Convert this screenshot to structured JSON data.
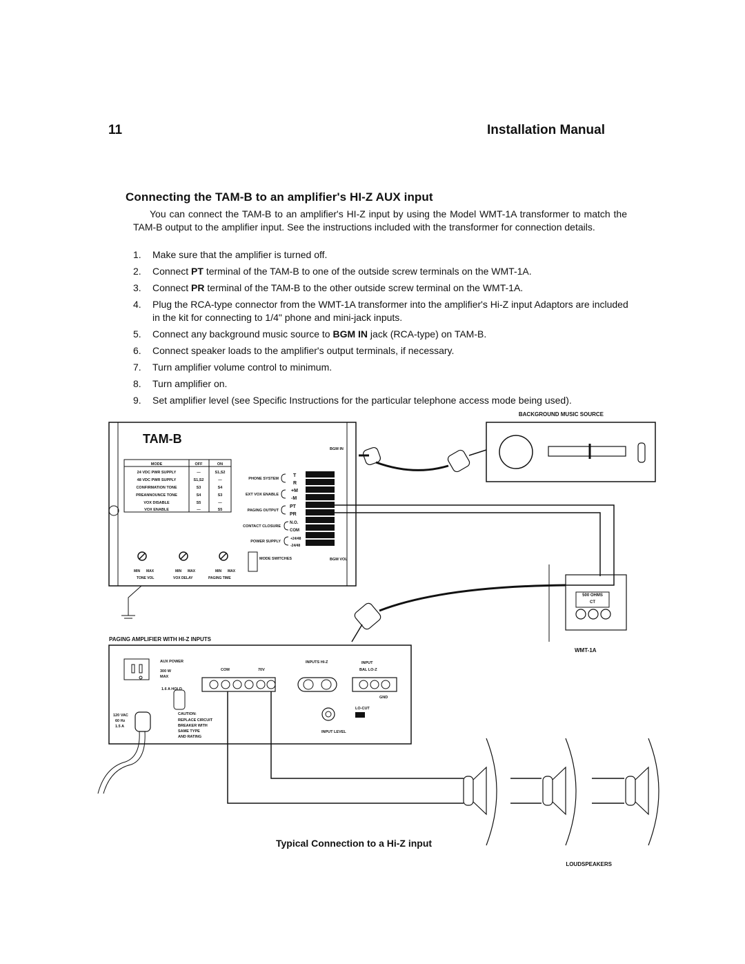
{
  "header": {
    "page_number": "11",
    "manual_title": "Installation Manual"
  },
  "section": {
    "title": "Connecting the TAM-B to an amplifier's HI-Z AUX input",
    "intro": "You can connect the TAM-B to an amplifier's HI-Z input by using the Model WMT-1A transformer to match the TAM-B output to the amplifier input. See the instructions included with the transformer for connection details."
  },
  "steps": [
    {
      "num": "1.",
      "pre": "Make sure that the amplifier is turned off.",
      "bold": "",
      "post": ""
    },
    {
      "num": "2.",
      "pre": "Connect ",
      "bold": "PT",
      "post": " terminal of the TAM-B to one of the outside screw terminals on the WMT-1A."
    },
    {
      "num": "3.",
      "pre": "Connect ",
      "bold": "PR",
      "post": " terminal of the TAM-B to the other outside screw terminal on the WMT-1A."
    },
    {
      "num": "4.",
      "pre": "Plug the RCA-type connector from the WMT-1A transformer into the amplifier's Hi-Z input Adaptors are included in the kit for connecting to 1/4\" phone and mini-jack inputs.",
      "bold": "",
      "post": ""
    },
    {
      "num": "5.",
      "pre": "Connect any background music source to ",
      "bold": "BGM IN",
      "post": " jack (RCA-type) on TAM-B."
    },
    {
      "num": "6.",
      "pre": "Connect speaker loads to the amplifier's output terminals, if necessary.",
      "bold": "",
      "post": ""
    },
    {
      "num": "7.",
      "pre": "Turn amplifier volume control to minimum.",
      "bold": "",
      "post": ""
    },
    {
      "num": "8.",
      "pre": "Turn amplifier on.",
      "bold": "",
      "post": ""
    },
    {
      "num": "9.",
      "pre": "Set amplifier level (see Specific Instructions for the particular telephone access mode being used).",
      "bold": "",
      "post": ""
    }
  ],
  "diagram": {
    "bgm_source_label": "BACKGROUND MUSIC SOURCE",
    "tam_title": "TAM-B",
    "mode_table": {
      "headers": [
        "MODE",
        "OFF",
        "ON"
      ],
      "rows": [
        [
          "24 VDC PWR SUPPLY",
          "—",
          "S1,S2"
        ],
        [
          "48 VDC PWR SUPPLY",
          "S1,S2",
          "—"
        ],
        [
          "CONFIRMATION TONE",
          "S3",
          "S4"
        ],
        [
          "PREANNOUNCE TONE",
          "S4",
          "S3"
        ],
        [
          "VOX DISABLE",
          "S5",
          "—"
        ],
        [
          "VOX ENABLE",
          "—",
          "S5"
        ]
      ]
    },
    "terminal_groups": {
      "phone_system": "PHONE SYSTEM",
      "ext_vox": "EXT VOX ENABLE",
      "paging_output": "PAGING OUTPUT",
      "contact_closure": "CONTACT CLOSURE",
      "power_supply": "POWER SUPPLY"
    },
    "terminal_labels": [
      "T",
      "R",
      "+M",
      "-M",
      "PT",
      "PR",
      "N.O.",
      "COM",
      "+24/48",
      "-24/48"
    ],
    "bgm_in": "BGM IN",
    "bgm_vol": "BGM VOL",
    "mode_switches": "MODE SWITCHES",
    "knobs": [
      {
        "label": "TONE VOL",
        "min": "MIN",
        "max": "MAX"
      },
      {
        "label": "VOX DELAY",
        "min": "MIN",
        "max": "MAX"
      },
      {
        "label": "PAGING TIME",
        "min": "MIN",
        "max": "MAX"
      }
    ],
    "amp_label": "PAGING AMPLIFIER WITH HI-Z INPUTS",
    "amp": {
      "aux_power": "AUX POWER",
      "aux_watts": "300 W",
      "aux_max": "MAX",
      "com": "COM",
      "v70": "70V",
      "inputs_hiz": "INPUTS HI-Z",
      "input_bal": "INPUT",
      "bal_loz": "BAL LO-Z",
      "hold": "1.6 A HOLD",
      "gnd": "GND",
      "vac": "120 VAC",
      "hz": "60 Hz",
      "amps": "1.5 A",
      "caution": "CAUTION:",
      "caution_lines": [
        "REPLACE CIRCUIT",
        "BREAKER WITH",
        "SAME TYPE",
        "AND RATING"
      ],
      "locut": "LO-CUT",
      "input_level": "INPUT LEVEL"
    },
    "xfmr_ohms": "500 OHMS",
    "xfmr_ct": "CT",
    "xfmr_label": "WMT-1A",
    "speakers_label": "LOUDSPEAKERS"
  },
  "caption": "Typical Connection to a Hi-Z input"
}
